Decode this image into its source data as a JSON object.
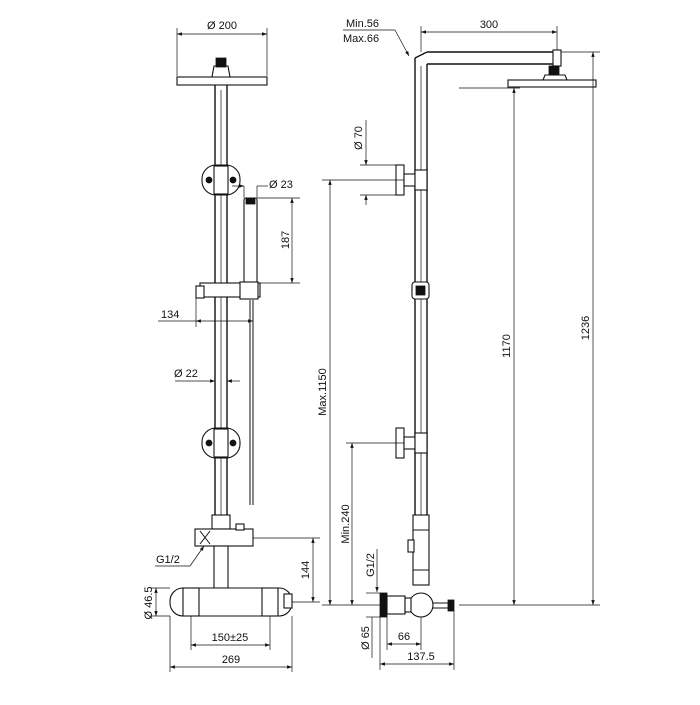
{
  "labels": {
    "head_diameter": "Ø 200",
    "hand_shower_diameter": "Ø 23",
    "hand_shower_length": "187",
    "bracket_offset": "134",
    "pipe_diameter": "Ø 22",
    "inlet_thread_front": "G1/2",
    "mixer_height": "144",
    "mixer_diameter": "Ø 46.5",
    "inlet_spacing": "150±25",
    "mixer_width": "269",
    "arm_min": "Min.56",
    "arm_max": "Max.66",
    "arm_length": "300",
    "bracket_diameter": "Ø 70",
    "max_height": "Max.1150",
    "min_inlet_height": "Min.240",
    "inlet_thread_side": "G1/2",
    "flange_diameter": "Ø 65",
    "flange_depth": "66",
    "mixer_depth": "137.5",
    "column_height": "1170",
    "overall_height": "1236"
  },
  "colors": {
    "line": "#111111",
    "background": "#ffffff"
  }
}
